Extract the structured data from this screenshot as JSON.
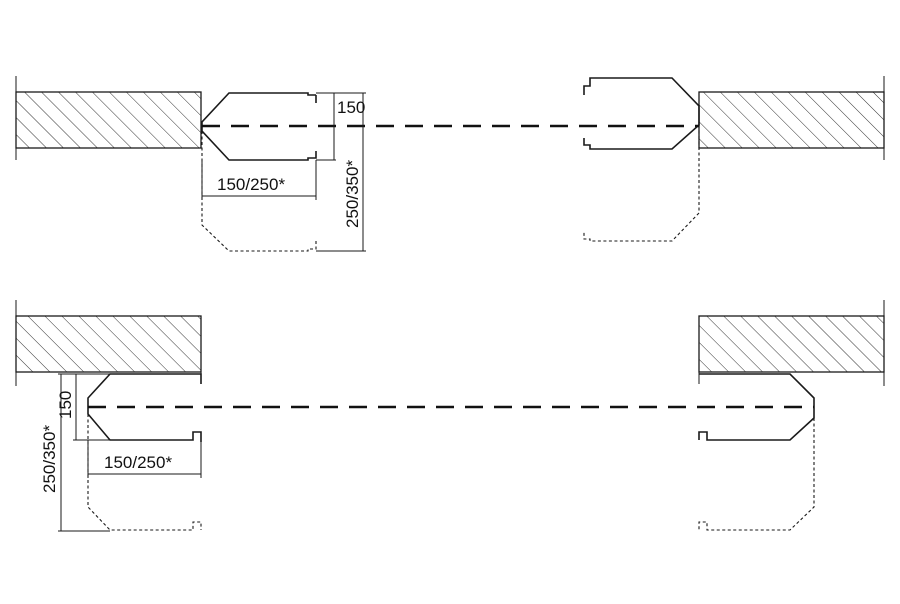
{
  "diagram": {
    "top_view": {
      "dim_height": "150",
      "dim_width": "150/250*",
      "dim_depth": "250/350*"
    },
    "bottom_view": {
      "dim_height": "150",
      "dim_width": "150/250*",
      "dim_depth": "250/350*"
    }
  },
  "colors": {
    "line": "#1a1a1a",
    "background": "#ffffff"
  }
}
